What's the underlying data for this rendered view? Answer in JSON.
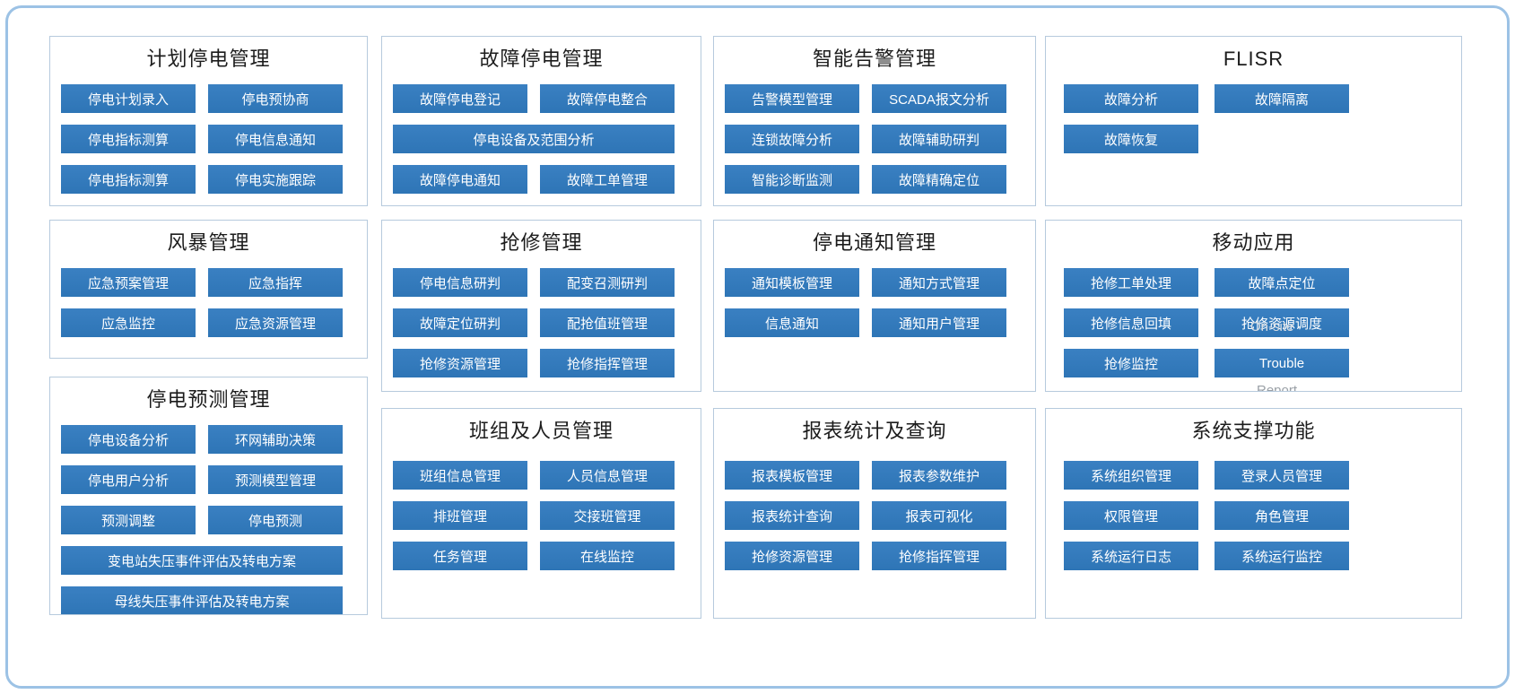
{
  "app": {
    "accent_color": "#2e75b6",
    "frame_border_color": "#9cc2e5",
    "panel_border_color": "#b6cadd"
  },
  "panels": {
    "planned_outage": {
      "title": "计划停电管理",
      "buttons": [
        "停电计划录入",
        "停电预协商",
        "停电指标测算",
        "停电信息通知",
        "停电指标测算",
        "停电实施跟踪"
      ]
    },
    "fault_outage": {
      "title": "故障停电管理",
      "buttons": [
        "故障停电登记",
        "故障停电整合",
        "停电设备及范围分析",
        "故障停电通知",
        "故障工单管理"
      ]
    },
    "smart_alarm": {
      "title": "智能告警管理",
      "buttons": [
        "告警模型管理",
        "SCADA报文分析",
        "连锁故障分析",
        "故障辅助研判",
        "智能诊断监测",
        "故障精确定位"
      ]
    },
    "flisr": {
      "title": "FLISR",
      "buttons": [
        "故障分析",
        "故障隔离",
        "故障恢复"
      ]
    },
    "storm": {
      "title": "风暴管理",
      "buttons": [
        "应急预案管理",
        "应急指挥",
        "应急监控",
        "应急资源管理"
      ]
    },
    "repair": {
      "title": "抢修管理",
      "buttons": [
        "停电信息研判",
        "配变召测研判",
        "故障定位研判",
        "配抢值班管理",
        "抢修资源管理",
        "抢修指挥管理"
      ]
    },
    "outage_notice": {
      "title": "停电通知管理",
      "buttons": [
        "通知模板管理",
        "通知方式管理",
        "信息通知",
        "通知用户管理"
      ]
    },
    "mobile_app": {
      "title": "移动应用",
      "buttons": [
        "抢修工单处理",
        "故障点定位",
        "抢修信息回填",
        "抢修资源调度",
        "抢修监控",
        "Trouble"
      ],
      "overlays": [
        "On-site",
        "Report"
      ]
    },
    "outage_forecast": {
      "title": "停电预测管理",
      "buttons": [
        "停电设备分析",
        "环网辅助决策",
        "停电用户分析",
        "预测模型管理",
        "预测调整",
        "停电预测",
        "变电站失压事件评估及转电方案",
        "母线失压事件评估及转电方案"
      ]
    },
    "team_personnel": {
      "title": "班组及人员管理",
      "buttons": [
        "班组信息管理",
        "人员信息管理",
        "排班管理",
        "交接班管理",
        "任务管理",
        "在线监控"
      ]
    },
    "report_stats": {
      "title": "报表统计及查询",
      "buttons": [
        "报表模板管理",
        "报表参数维护",
        "报表统计查询",
        "报表可视化",
        "抢修资源管理",
        "抢修指挥管理"
      ]
    },
    "system_support": {
      "title": "系统支撑功能",
      "buttons": [
        "系统组织管理",
        "登录人员管理",
        "权限管理",
        "角色管理",
        "系统运行日志",
        "系统运行监控"
      ]
    }
  }
}
